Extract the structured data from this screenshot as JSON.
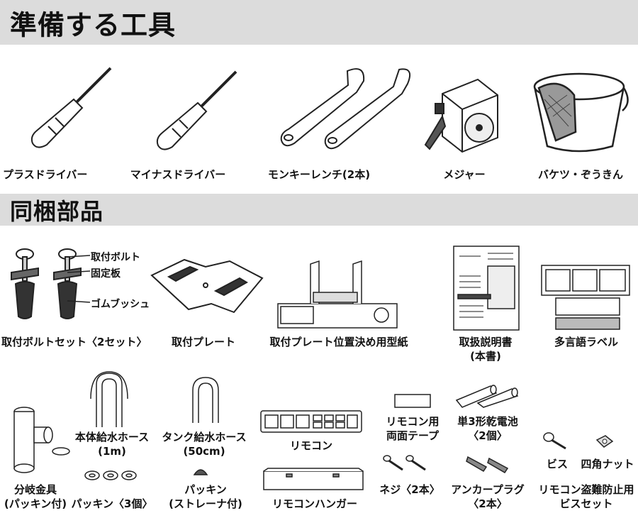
{
  "sections": {
    "tools_title": "準備する工具",
    "parts_title": "同梱部品"
  },
  "tools": {
    "plus_driver": "プラスドライバー",
    "minus_driver": "マイナスドライバー",
    "monkey_wrench": "モンキーレンチ(2本)",
    "measure": "メジャー",
    "bucket": "バケツ・ぞうきん"
  },
  "parts": {
    "bolt_set": "取付ボルトセット〈2セット〉",
    "bolt_callouts": {
      "bolt": "取付ボルト",
      "fixing_plate": "固定板",
      "rubber_bush": "ゴムブッシュ"
    },
    "mount_plate": "取付プレート",
    "template_paper": "取付プレート位置決め用型紙",
    "manual_line1": "取扱説明書",
    "manual_line2": "(本書)",
    "multilang_label": "多言語ラベル",
    "branch_fitting_line1": "分岐金具",
    "branch_fitting_line2": "(パッキン付)",
    "main_hose_line1": "本体給水ホース",
    "main_hose_line2": "(1m)",
    "tank_hose_line1": "タンク給水ホース",
    "tank_hose_line2": "(50cm)",
    "remote": "リモコン",
    "remote_tape_line1": "リモコン用",
    "remote_tape_line2": "両面テープ",
    "battery_line1": "単3形乾電池",
    "battery_line2": "〈2個〉",
    "packing3": "パッキン〈3個〉",
    "packing_strainer_line1": "パッキン",
    "packing_strainer_line2": "(ストレーナ付)",
    "remote_hanger": "リモコンハンガー",
    "screw": "ネジ〈2本〉",
    "anchor_line1": "アンカープラグ",
    "anchor_line2": "〈2本〉",
    "bis": "ビス",
    "square_nut": "四角ナット",
    "antitheft_line1": "リモコン盗難防止用",
    "antitheft_line2": "ビスセット"
  },
  "colors": {
    "section_bg": "#dcdcdc",
    "line": "#222222",
    "fill_light": "#f4f4f4",
    "fill_dark": "#555555"
  }
}
